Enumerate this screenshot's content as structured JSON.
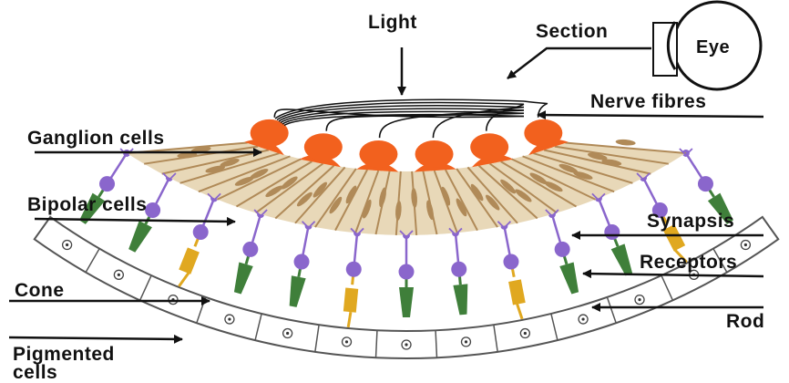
{
  "labels": {
    "light": "Light",
    "section": "Section",
    "eye": "Eye",
    "nerve_fibres": "Nerve fibres",
    "ganglion_cells": "Ganglion cells",
    "bipolar_cells": "Bipolar cells",
    "synapsis": "Synapsis",
    "receptors": "Receptors",
    "cone": "Cone",
    "rod": "Rod",
    "pigmented_line1": "Pigmented",
    "pigmented_line2": "cells"
  },
  "cells": {
    "ganglion_count": 6,
    "receptor_column_count": 13,
    "receptor_types": [
      "cone",
      "cone",
      "rod",
      "cone",
      "cone",
      "rod",
      "cone",
      "cone",
      "rod",
      "cone",
      "cone",
      "rod",
      "cone"
    ],
    "pigment_cell_count": 13
  },
  "colors": {
    "ganglion": "#f2611e",
    "bipolar": "#b08a58",
    "bipolar_stripe": "#e8d8b8",
    "receptor_node": "#8a66cc",
    "cone": "#3f7f3a",
    "rod": "#e0a820",
    "pigment_border": "#555555",
    "line": "#111111"
  }
}
